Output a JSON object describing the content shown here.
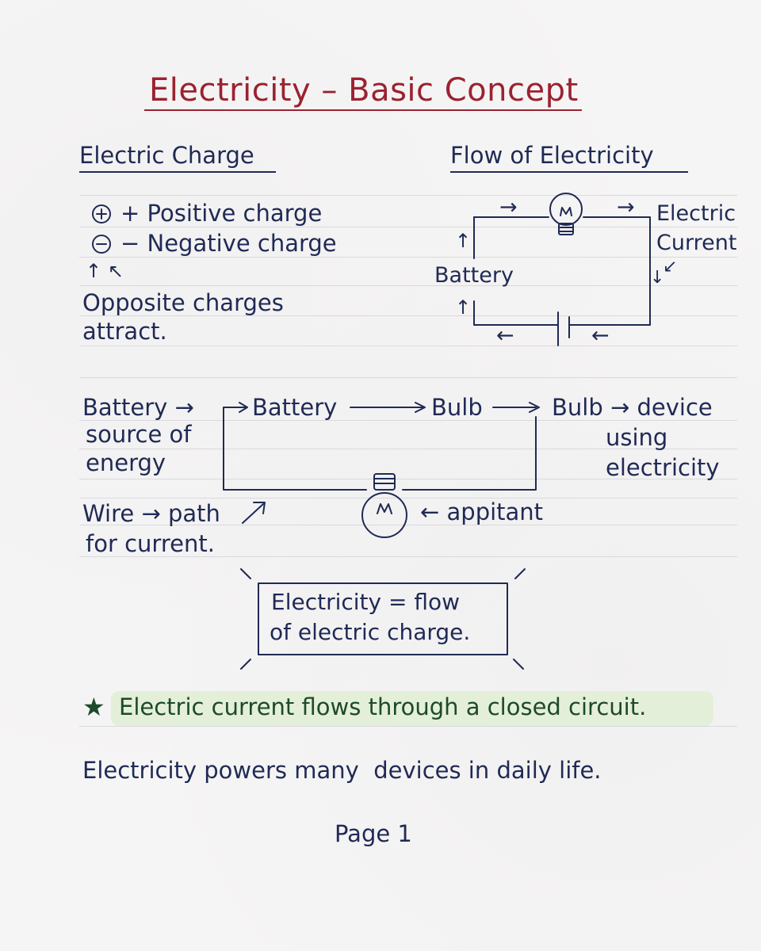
{
  "title": "Electricity – Basic Concept",
  "left_section": {
    "heading": "Electric Charge",
    "positive_symbol": "+",
    "positive_label": "+ Positive charge",
    "negative_symbol": "−",
    "negative_label": "− Negative charge",
    "arrows": "↑ ↖",
    "note_line1": "Opposite charges",
    "note_line2": "attract."
  },
  "right_section": {
    "heading": "Flow of Electricity",
    "arrow_left_top": "→",
    "arrow_right_top": "→",
    "current_line1": "Electric",
    "current_line2": "Current",
    "battery_label": "Battery",
    "arrow_up_1": "↑",
    "arrow_up_2": "↑",
    "arrow_bottom_left": "←",
    "arrow_bottom_right": "←",
    "arrow_down": "↓",
    "arrow_diag": "↙"
  },
  "middle_section": {
    "battery_line1": "Battery →",
    "battery_line2": "source of",
    "battery_line3": "energy",
    "flow_battery": "Battery",
    "flow_bulb": "Bulb",
    "bulb_line1": "Bulb → device",
    "bulb_line2": "using",
    "bulb_line3": "electricity",
    "wire_line1": "Wire → path",
    "wire_line2": "for current.",
    "appitant": "← appitant"
  },
  "definition_box": {
    "line1": "Electricity = flow",
    "line2": "of electric charge."
  },
  "highlight_note": {
    "star": "★",
    "text": "Electric current flows through a closed circuit."
  },
  "footer_note": "Electricity powers many  devices in daily life.",
  "page_label": "Page 1",
  "colors": {
    "title": "#9b2230",
    "ink": "#1f2a55",
    "highlight": "#e4efd9",
    "star": "#1d4a2a"
  }
}
